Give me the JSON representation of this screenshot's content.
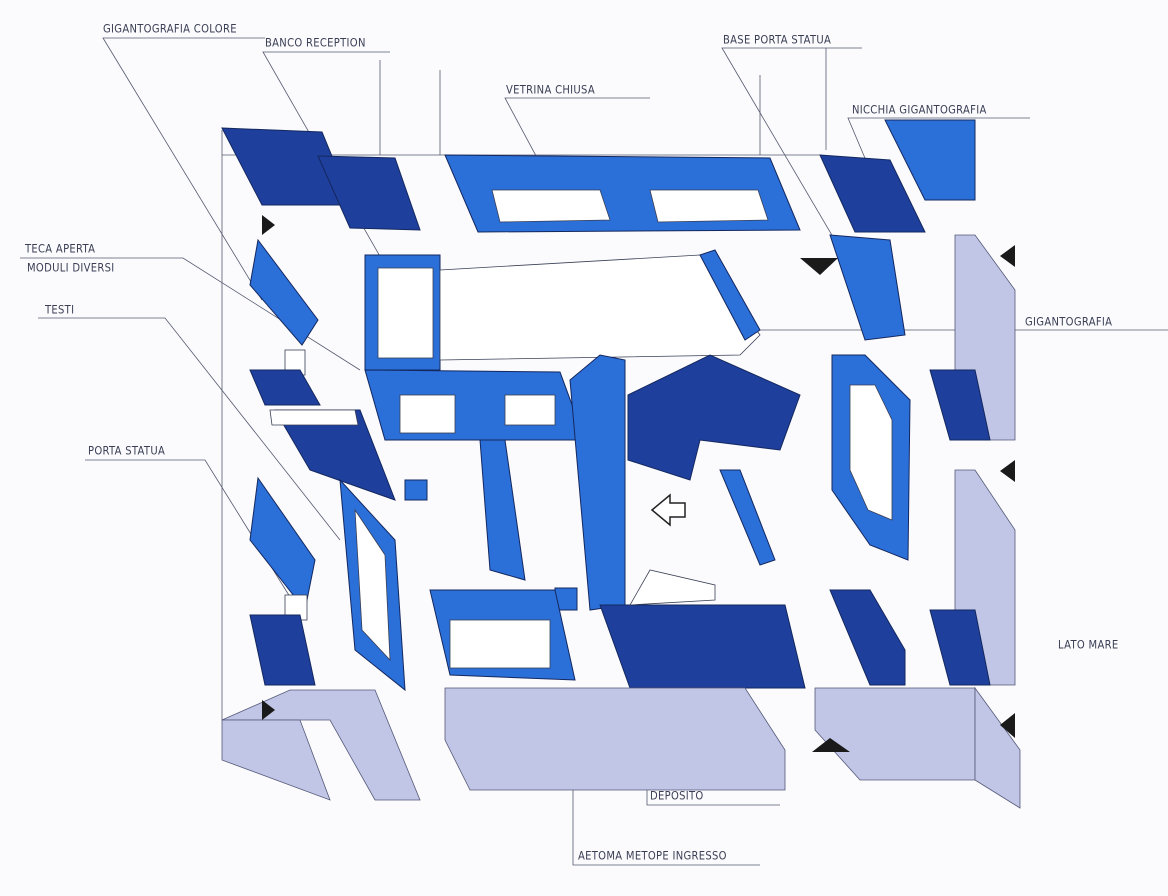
{
  "labels": {
    "gigantografia_colore": "GIGANTOGRAFIA  COLORE",
    "banco_reception": "BANCO  RECEPTION",
    "vetrina_chiusa": "VETRINA  CHIUSA",
    "base_porta_statua": "BASE  PORTA STATUA",
    "nicchia_gigantografia": "NICCHIA  GIGANTOGRAFIA",
    "teca_aperta": "TECA APERTA",
    "moduli_diversi": "MODULI DIVERSI",
    "testi": "TESTI",
    "porta_statua": "PORTA STATUA",
    "gigantografia": "GIGANTOGRAFIA",
    "lato_mare": "LATO MARE",
    "deposito": "DEPOSITO",
    "aetoma": "AETOMA  METOPE  INGRESSO"
  },
  "colors": {
    "dark_blue": "#1e3f9c",
    "medium_blue": "#2b6fd8",
    "wall": "#c1c5e6"
  }
}
